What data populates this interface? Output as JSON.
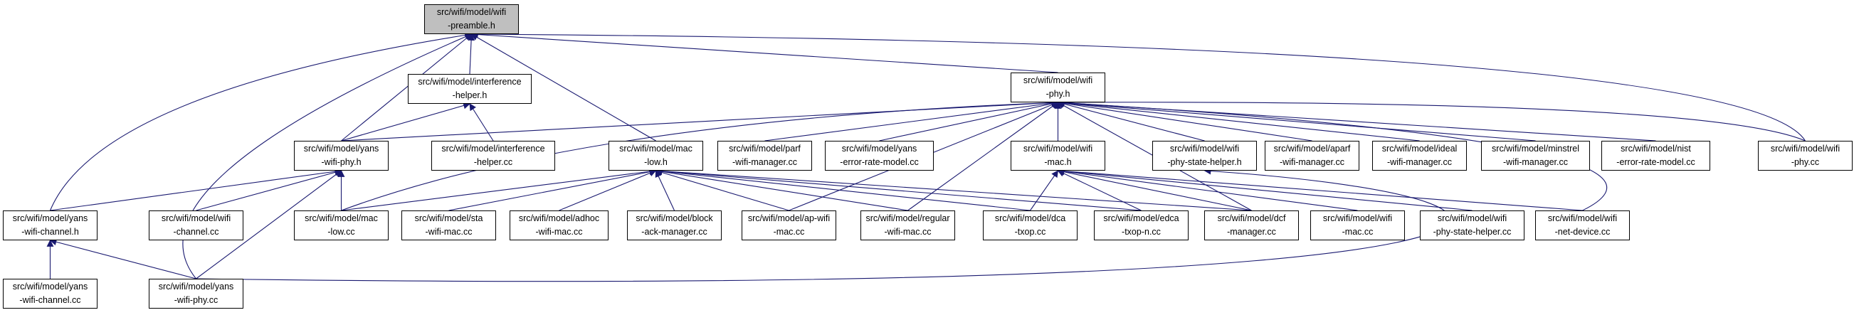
{
  "colors": {
    "edge": "#191970",
    "root_fill": "#bfbfbf",
    "node_fill": "#ffffff",
    "border": "#000000"
  },
  "nodes": {
    "wifi-preamble-h": [
      "src/wifi/model/wifi",
      "-preamble.h"
    ],
    "interference-helper-h": [
      "src/wifi/model/interference",
      "-helper.h"
    ],
    "wifi-phy-h": [
      "src/wifi/model/wifi",
      "-phy.h"
    ],
    "yans-wifi-phy-h": [
      "src/wifi/model/yans",
      "-wifi-phy.h"
    ],
    "interference-helper-cc": [
      "src/wifi/model/interference",
      "-helper.cc"
    ],
    "mac-low-h": [
      "src/wifi/model/mac",
      "-low.h"
    ],
    "parf-wifi-manager-cc": [
      "src/wifi/model/parf",
      "-wifi-manager.cc"
    ],
    "yans-error-rate-model-cc": [
      "src/wifi/model/yans",
      "-error-rate-model.cc"
    ],
    "wifi-mac-h": [
      "src/wifi/model/wifi",
      "-mac.h"
    ],
    "wifi-phy-state-helper-h": [
      "src/wifi/model/wifi",
      "-phy-state-helper.h"
    ],
    "aparf-wifi-manager-cc": [
      "src/wifi/model/aparf",
      "-wifi-manager.cc"
    ],
    "ideal-wifi-manager-cc": [
      "src/wifi/model/ideal",
      "-wifi-manager.cc"
    ],
    "minstrel-wifi-manager-cc": [
      "src/wifi/model/minstrel",
      "-wifi-manager.cc"
    ],
    "nist-error-rate-model-cc": [
      "src/wifi/model/nist",
      "-error-rate-model.cc"
    ],
    "wifi-phy-cc": [
      "src/wifi/model/wifi",
      "-phy.cc"
    ],
    "yans-wifi-channel-h": [
      "src/wifi/model/yans",
      "-wifi-channel.h"
    ],
    "wifi-channel-cc": [
      "src/wifi/model/wifi",
      "-channel.cc"
    ],
    "mac-low-cc": [
      "src/wifi/model/mac",
      "-low.cc"
    ],
    "sta-wifi-mac-cc": [
      "src/wifi/model/sta",
      "-wifi-mac.cc"
    ],
    "adhoc-wifi-mac-cc": [
      "src/wifi/model/adhoc",
      "-wifi-mac.cc"
    ],
    "block-ack-manager-cc": [
      "src/wifi/model/block",
      "-ack-manager.cc"
    ],
    "ap-wifi-mac-cc": [
      "src/wifi/model/ap-wifi",
      "-mac.cc"
    ],
    "regular-wifi-mac-cc": [
      "src/wifi/model/regular",
      "-wifi-mac.cc"
    ],
    "dca-txop-cc": [
      "src/wifi/model/dca",
      "-txop.cc"
    ],
    "edca-txop-n-cc": [
      "src/wifi/model/edca",
      "-txop-n.cc"
    ],
    "dcf-manager-cc": [
      "src/wifi/model/dcf",
      "-manager.cc"
    ],
    "wifi-mac-cc": [
      "src/wifi/model/wifi",
      "-mac.cc"
    ],
    "wifi-phy-state-helper-cc": [
      "src/wifi/model/wifi",
      "-phy-state-helper.cc"
    ],
    "wifi-net-device-cc": [
      "src/wifi/model/wifi",
      "-net-device.cc"
    ],
    "yans-wifi-channel-cc": [
      "src/wifi/model/yans",
      "-wifi-channel.cc"
    ],
    "yans-wifi-phy-cc": [
      "src/wifi/model/yans",
      "-wifi-phy.cc"
    ]
  },
  "edges": [
    [
      "wifi-preamble-h",
      "interference-helper-h"
    ],
    [
      "wifi-preamble-h",
      "wifi-phy-h"
    ],
    [
      "wifi-preamble-h",
      "yans-wifi-phy-h"
    ],
    [
      "wifi-preamble-h",
      "mac-low-h"
    ],
    [
      "wifi-preamble-h",
      "wifi-phy-cc"
    ],
    [
      "wifi-preamble-h",
      "yans-wifi-channel-h"
    ],
    [
      "wifi-preamble-h",
      "yans-wifi-phy-cc"
    ],
    [
      "interference-helper-h",
      "yans-wifi-phy-h"
    ],
    [
      "interference-helper-h",
      "interference-helper-cc"
    ],
    [
      "wifi-phy-h",
      "yans-wifi-phy-h"
    ],
    [
      "wifi-phy-h",
      "mac-low-cc"
    ],
    [
      "wifi-phy-h",
      "parf-wifi-manager-cc"
    ],
    [
      "wifi-phy-h",
      "yans-error-rate-model-cc"
    ],
    [
      "wifi-phy-h",
      "wifi-mac-h"
    ],
    [
      "wifi-phy-h",
      "wifi-phy-state-helper-h"
    ],
    [
      "wifi-phy-h",
      "aparf-wifi-manager-cc"
    ],
    [
      "wifi-phy-h",
      "ideal-wifi-manager-cc"
    ],
    [
      "wifi-phy-h",
      "minstrel-wifi-manager-cc"
    ],
    [
      "wifi-phy-h",
      "nist-error-rate-model-cc"
    ],
    [
      "wifi-phy-h",
      "wifi-phy-cc"
    ],
    [
      "wifi-phy-h",
      "ap-wifi-mac-cc"
    ],
    [
      "wifi-phy-h",
      "regular-wifi-mac-cc"
    ],
    [
      "wifi-phy-h",
      "dcf-manager-cc"
    ],
    [
      "wifi-phy-h",
      "wifi-net-device-cc"
    ],
    [
      "yans-wifi-phy-h",
      "yans-wifi-channel-h"
    ],
    [
      "yans-wifi-phy-h",
      "wifi-channel-cc"
    ],
    [
      "yans-wifi-phy-h",
      "mac-low-cc"
    ],
    [
      "yans-wifi-phy-h",
      "yans-wifi-phy-cc"
    ],
    [
      "mac-low-h",
      "mac-low-cc"
    ],
    [
      "mac-low-h",
      "sta-wifi-mac-cc"
    ],
    [
      "mac-low-h",
      "adhoc-wifi-mac-cc"
    ],
    [
      "mac-low-h",
      "block-ack-manager-cc"
    ],
    [
      "mac-low-h",
      "ap-wifi-mac-cc"
    ],
    [
      "mac-low-h",
      "regular-wifi-mac-cc"
    ],
    [
      "mac-low-h",
      "dca-txop-cc"
    ],
    [
      "mac-low-h",
      "edca-txop-n-cc"
    ],
    [
      "mac-low-h",
      "dcf-manager-cc"
    ],
    [
      "wifi-mac-h",
      "dca-txop-cc"
    ],
    [
      "wifi-mac-h",
      "edca-txop-n-cc"
    ],
    [
      "wifi-mac-h",
      "dcf-manager-cc"
    ],
    [
      "wifi-mac-h",
      "wifi-mac-cc"
    ],
    [
      "wifi-mac-h",
      "wifi-phy-state-helper-cc"
    ],
    [
      "wifi-mac-h",
      "wifi-net-device-cc"
    ],
    [
      "wifi-phy-state-helper-h",
      "yans-wifi-phy-cc"
    ],
    [
      "yans-wifi-channel-h",
      "yans-wifi-channel-cc"
    ],
    [
      "yans-wifi-channel-h",
      "yans-wifi-phy-cc"
    ]
  ]
}
